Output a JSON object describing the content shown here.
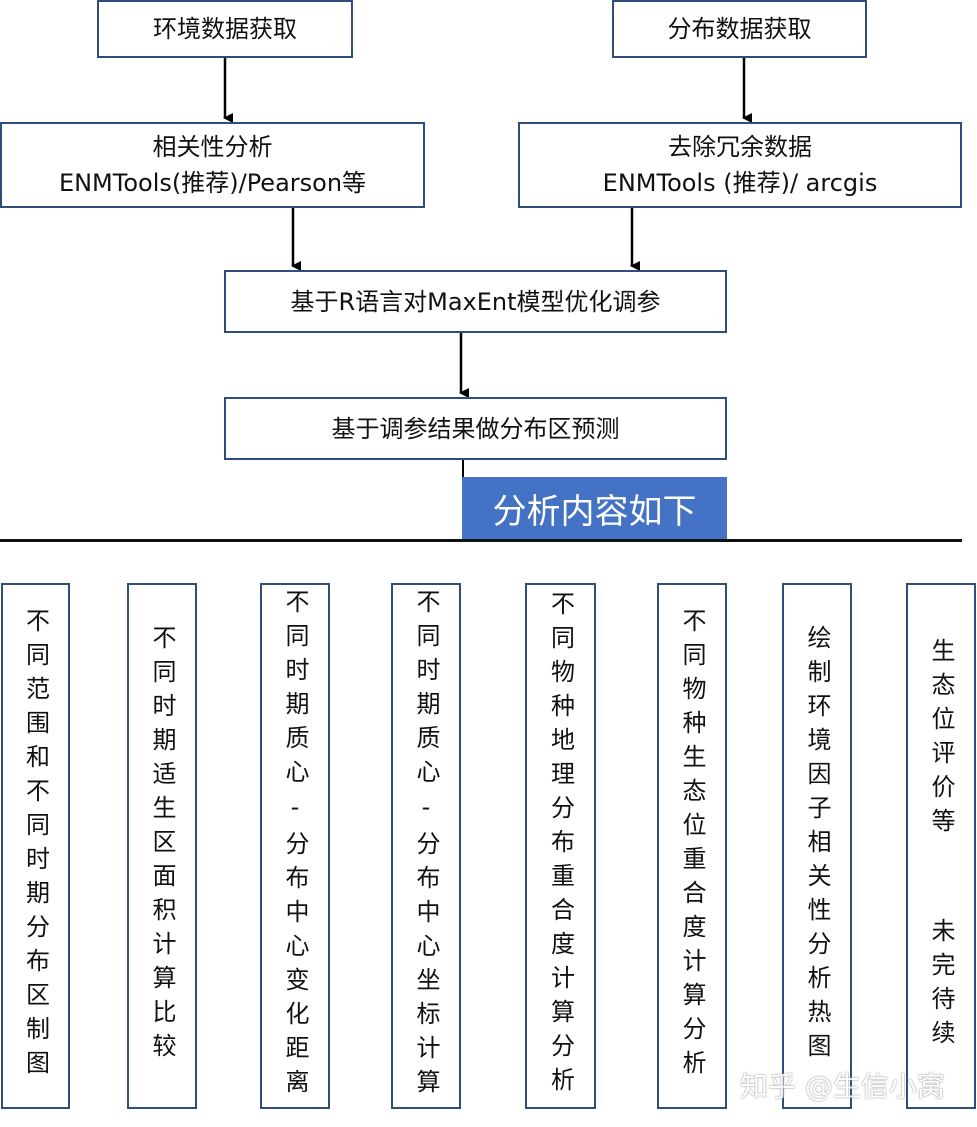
{
  "flow": {
    "env_data": "环境数据获取",
    "dist_data": "分布数据获取",
    "corr_line1": "相关性分析",
    "corr_line2": "ENMTools(推荐)/Pearson等",
    "dedup_line1": "去除冗余数据",
    "dedup_line2": "ENMTools (推荐)/ arcgis",
    "tuning": "基于R语言对MaxEnt模型优化调参",
    "predict": "基于调参结果做分布区预测",
    "banner": "分析内容如下"
  },
  "analyses": [
    "不同范围和不同时期分布区制图",
    "不同时期适生区面积计算比较",
    "不同时期质心-分布中心变化距离",
    "不同时期质心-分布中心坐标计算",
    "不同物种地理分布重合度计算分析",
    "不同物种生态位重合度计算分析",
    "绘制环境因子相关性分析热图",
    "生态位评价等  未完待续"
  ],
  "watermark": "知乎 @生信小窝",
  "colors": {
    "border": "#2f4f7a",
    "banner": "#4472c4",
    "text": "#111111"
  }
}
